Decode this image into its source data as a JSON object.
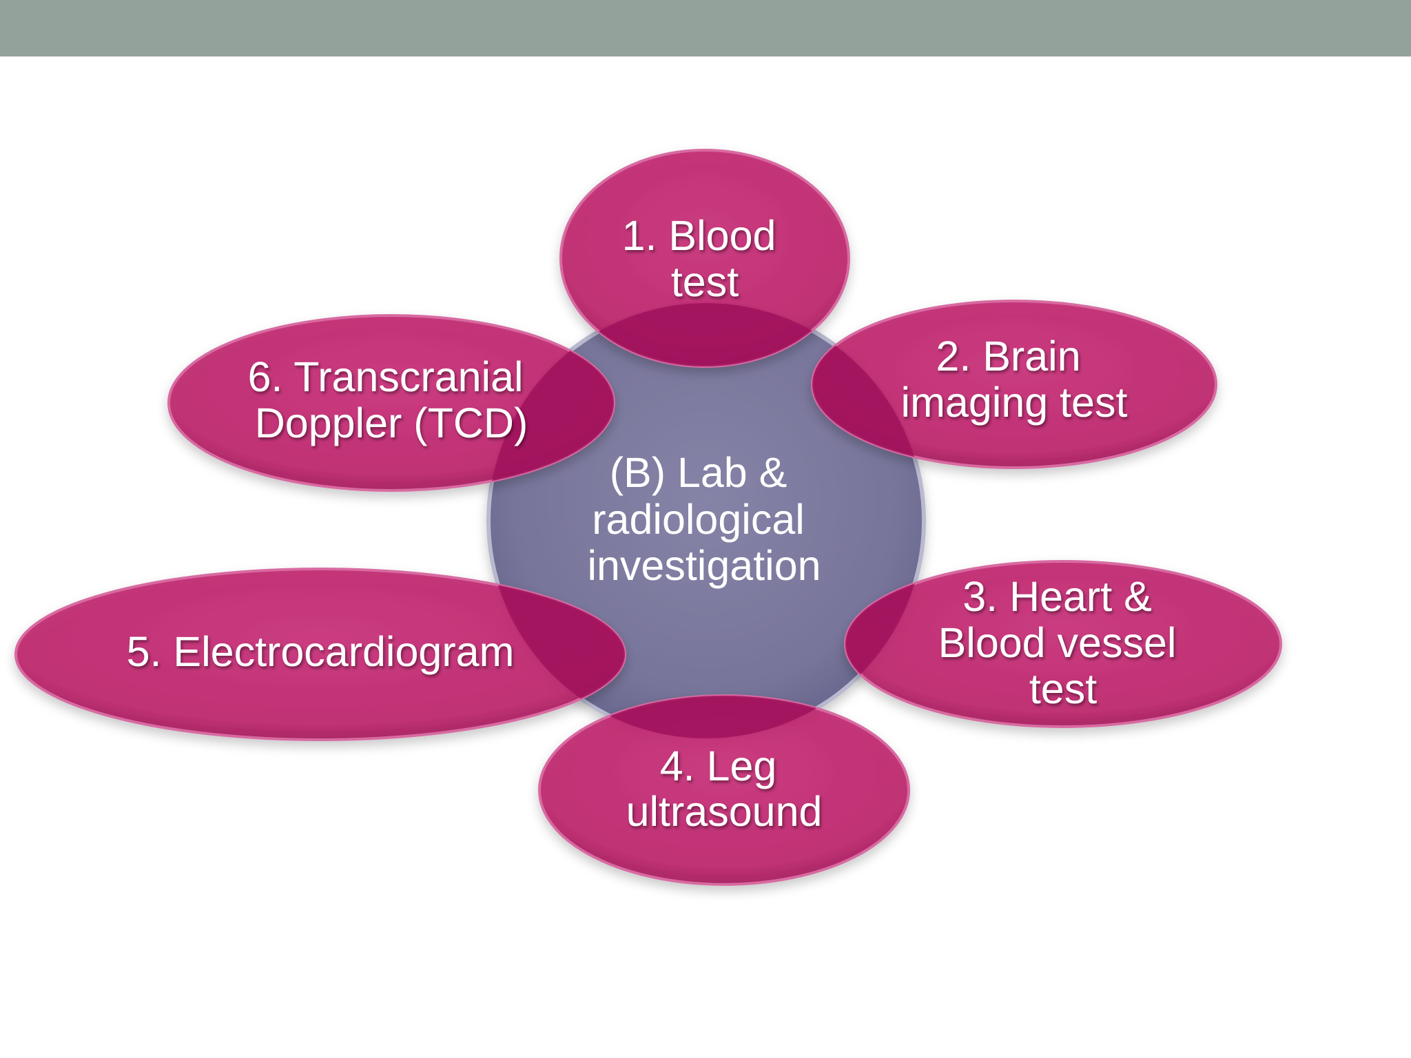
{
  "diagram": {
    "center": {
      "lines": [
        "(B) Lab &",
        "radiological",
        "investigation"
      ]
    },
    "nodes": [
      {
        "id": "blood-test",
        "lines": [
          "1. Blood",
          "test"
        ]
      },
      {
        "id": "brain-imaging-test",
        "lines": [
          "2. Brain",
          "imaging test"
        ]
      },
      {
        "id": "heart-blood-vessel-test",
        "lines": [
          "3. Heart &",
          "Blood vessel",
          "test"
        ]
      },
      {
        "id": "leg-ultrasound",
        "lines": [
          "4. Leg",
          "ultrasound"
        ]
      },
      {
        "id": "electrocardiogram",
        "lines": [
          "5. Electrocardiogram"
        ]
      },
      {
        "id": "transcranial-doppler",
        "lines": [
          "6. Transcranial",
          "Doppler (TCD)"
        ]
      }
    ],
    "colors": {
      "petal": "#c0286f",
      "petal_dark": "#9c1558",
      "center": "#7a7899",
      "center_edge": "#a9a9c4",
      "band": "#93a29a"
    }
  }
}
